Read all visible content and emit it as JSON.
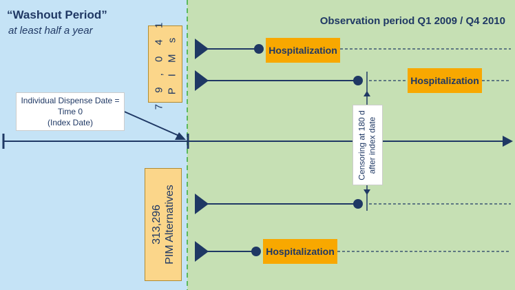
{
  "washout": {
    "title": "“Washout Period”",
    "subtitle": "at least half a year"
  },
  "observation": {
    "title": "Observation period Q1 2009 / Q4 2010"
  },
  "cohorts": {
    "pims": "7 9 , 0 4 1\nP I M s",
    "alternatives": "313,296\nPIM Alternatives"
  },
  "callout": {
    "text": "Individual Dispense Date =\nTime 0\n(Index Date)"
  },
  "censoring": {
    "text": "Censoring at 180 d\nafter index date"
  },
  "events": {
    "hospitalization_1": "Hospitalization",
    "hospitalization_2": "Hospitalization",
    "hospitalization_3": "Hospitalization"
  },
  "colors": {
    "washout_bg": "#c5e3f6",
    "observation_bg": "#c6e0b4",
    "line": "#1f3864",
    "hospitalization": "#f8a800",
    "cohort_box": "#fbd68a",
    "divider": "#5cb85c"
  }
}
